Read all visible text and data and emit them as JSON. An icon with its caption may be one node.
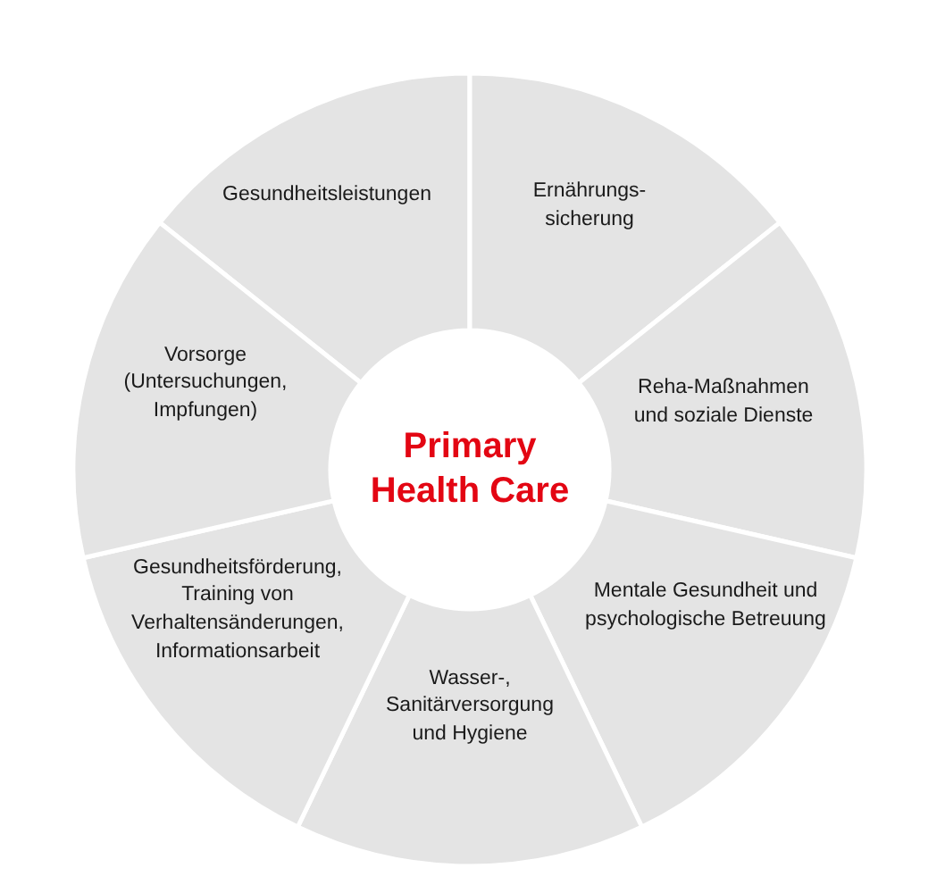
{
  "diagram": {
    "nodes": [
      {
        "text": [
          "Primary Health Care"
        ]
      },
      {
        "text": [
          "Gesundheitsleistungen"
        ]
      },
      {
        "text": [
          "Ernährungs- sicherung"
        ]
      },
      {
        "text": [
          "Reha-Maßnahmen und soziale Dienste"
        ]
      },
      {
        "text": [
          "Mentale Gesundheit und psychologische Betreuung"
        ]
      },
      {
        "text": [
          "Wasser-, Sanitärversorgung und Hygiene"
        ]
      },
      {
        "text": [
          "Gesundheitsförderung, Training von Verhaltensänderungen, Informationsarbeit"
        ]
      },
      {
        "text": [
          "Vorsorge (Untersuchungen, Impfungen)"
        ]
      }
    ]
  }
}
